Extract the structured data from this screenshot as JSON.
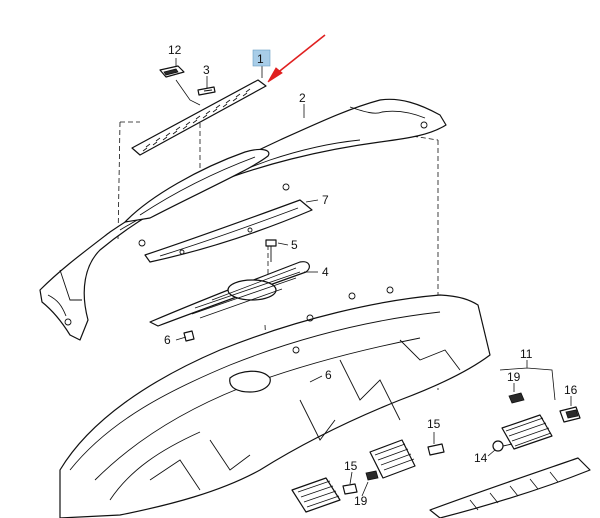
{
  "diagram": {
    "labels": {
      "p1": "1",
      "p2": "2",
      "p3": "3",
      "p4": "4",
      "p5": "5",
      "p6a": "6",
      "p6b": "6",
      "p7": "7",
      "p11": "11",
      "p12": "12",
      "p14": "14",
      "p15a": "15",
      "p15b": "15",
      "p16": "16",
      "p19a": "19",
      "p19b": "19"
    },
    "highlight_color": "#a8cde8",
    "arrow_color": "#e02020",
    "line_color": "#111111"
  }
}
